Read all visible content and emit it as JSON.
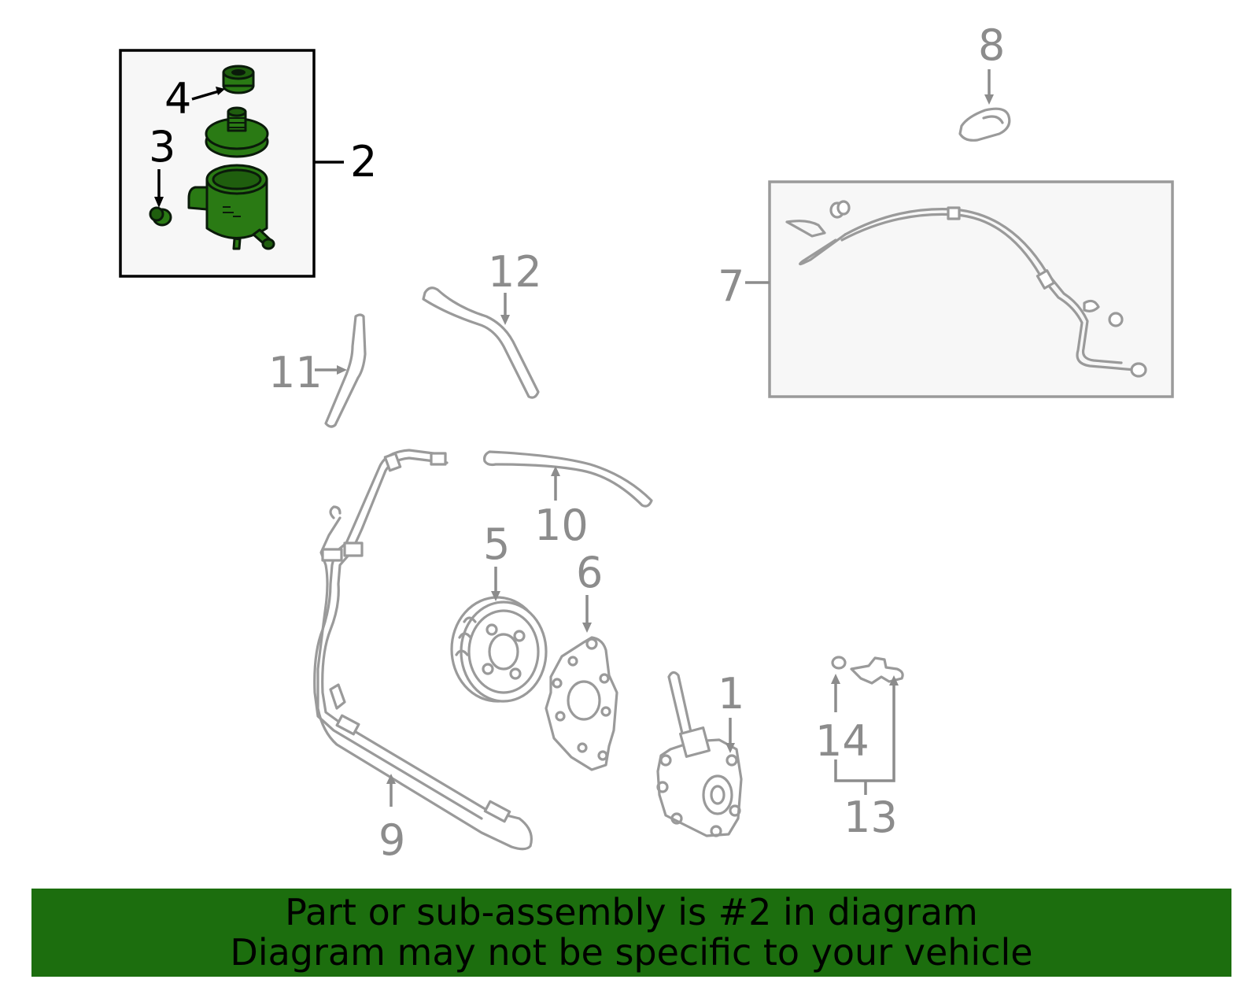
{
  "banner": {
    "line1": "Part or sub-assembly is #2 in diagram",
    "line2": "Diagram may not be specific to your vehicle",
    "background_color": "#1c6e0e"
  },
  "diagram": {
    "highlight_color": "#2a7a14",
    "callouts": {
      "c1": "1",
      "c2": "2",
      "c3": "3",
      "c4": "4",
      "c5": "5",
      "c6": "6",
      "c7": "7",
      "c8": "8",
      "c9": "9",
      "c10": "10",
      "c11": "11",
      "c12": "12",
      "c13": "13",
      "c14": "14"
    },
    "highlighted_part": "2"
  }
}
